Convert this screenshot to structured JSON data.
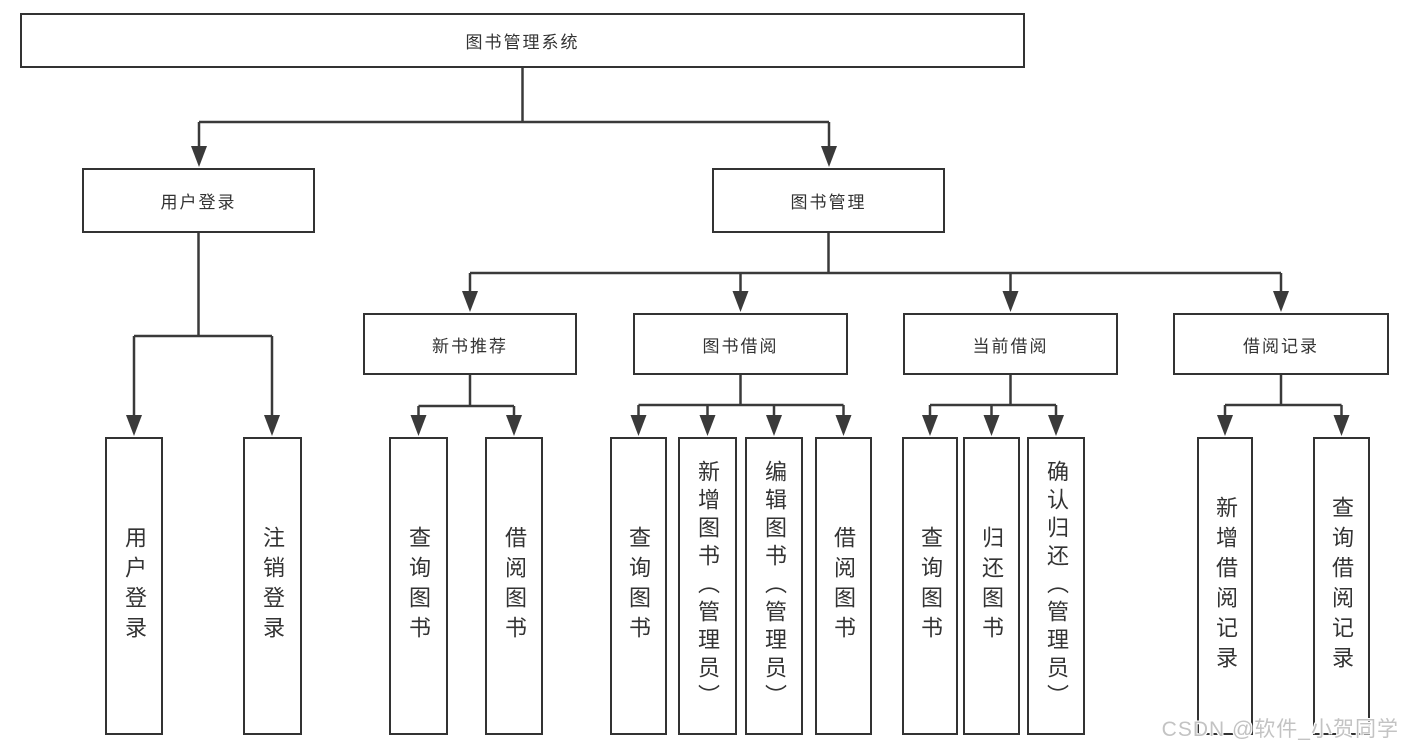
{
  "nodes": {
    "root": {
      "label": "图书管理系统"
    },
    "level2": [
      {
        "label": "用户登录"
      },
      {
        "label": "图书管理"
      }
    ],
    "level3": [
      {
        "label": "新书推荐"
      },
      {
        "label": "图书借阅"
      },
      {
        "label": "当前借阅"
      },
      {
        "label": "借阅记录"
      }
    ],
    "leaves": [
      {
        "label": "用户登录"
      },
      {
        "label": "注销登录"
      },
      {
        "label": "查询图书"
      },
      {
        "label": "借阅图书"
      },
      {
        "label": "查询图书"
      },
      {
        "label": "新增图书（管理员）"
      },
      {
        "label": "编辑图书（管理员）"
      },
      {
        "label": "借阅图书"
      },
      {
        "label": "查询图书"
      },
      {
        "label": "归还图书"
      },
      {
        "label": "确认归还（管理员）"
      },
      {
        "label": "新增借阅记录"
      },
      {
        "label": "查询借阅记录"
      }
    ]
  },
  "watermark": {
    "text": "CSDN @软件_小贺同学"
  },
  "colors": {
    "border": "#333333",
    "line": "#3a3a3a",
    "text": "#333333",
    "watermark": "#c3c3c3",
    "background": "#ffffff"
  }
}
